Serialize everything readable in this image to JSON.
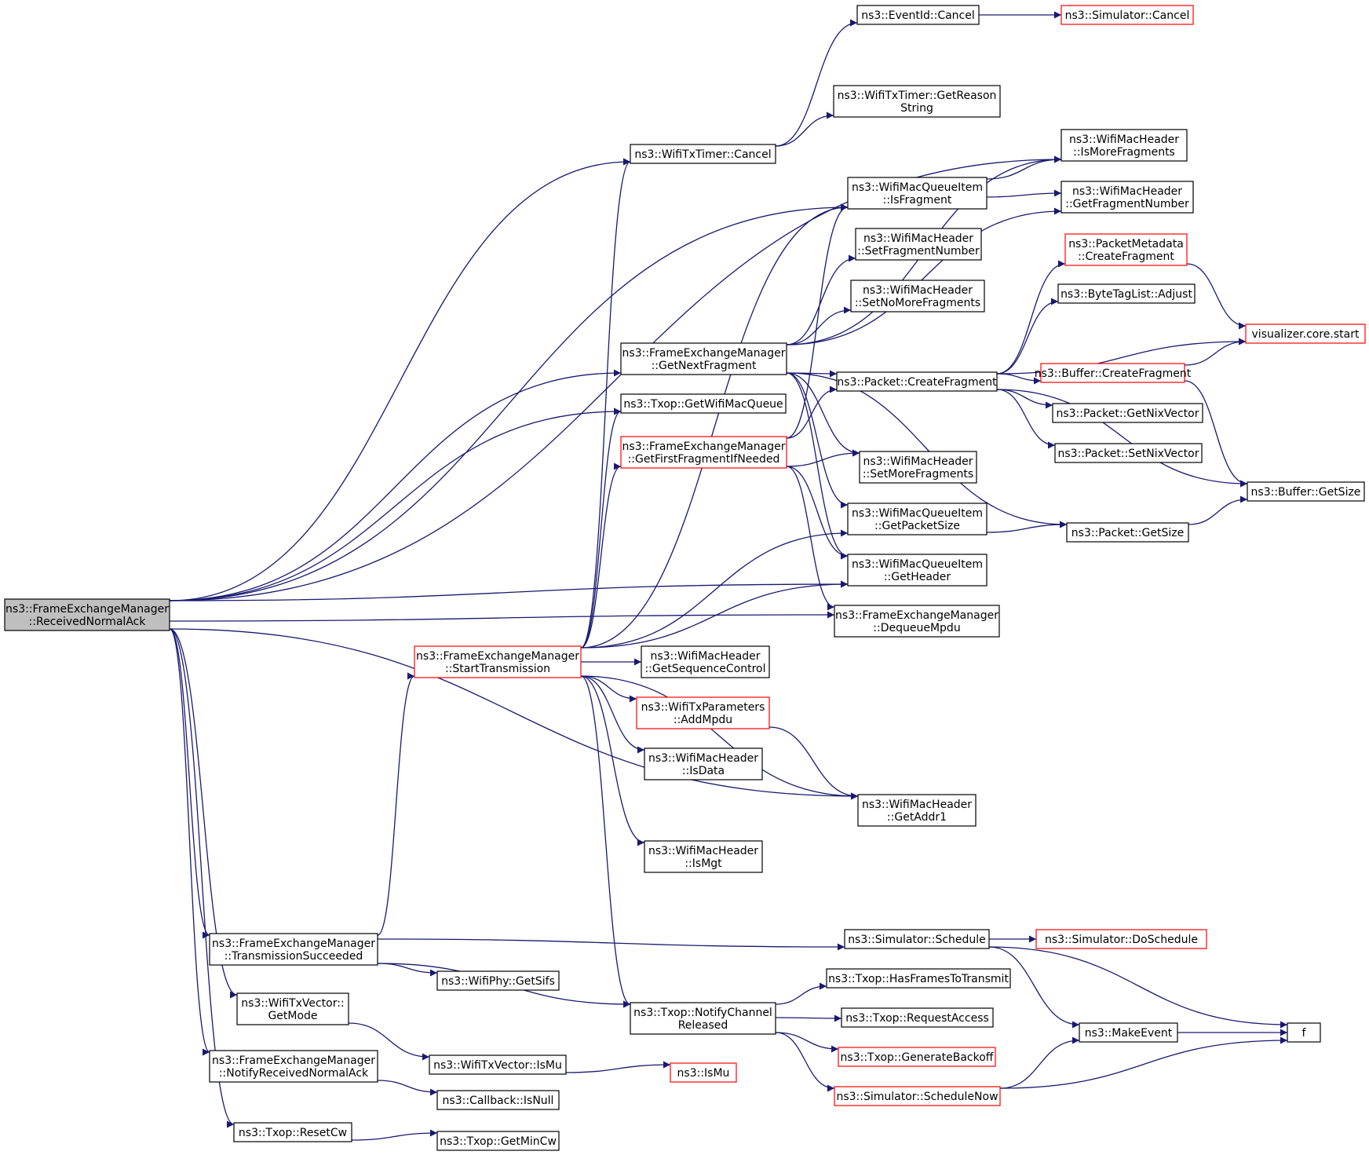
{
  "colors": {
    "edge": "#191970",
    "border": "#000000",
    "border_more": "#ff0000",
    "focus_fill": "#bfbfbf",
    "fill": "#ffffff"
  },
  "nodes": [
    {
      "id": "rna",
      "lines": [
        "ns3::FrameExchangeManager",
        "::ReceivedNormalAck"
      ],
      "style": "focus"
    },
    {
      "id": "eventid_cancel",
      "lines": [
        "ns3::EventId::Cancel"
      ],
      "style": "normal"
    },
    {
      "id": "sim_cancel",
      "lines": [
        "ns3::Simulator::Cancel"
      ],
      "style": "more"
    },
    {
      "id": "reason_string",
      "lines": [
        "ns3::WifiTxTimer::GetReason",
        "String"
      ],
      "style": "normal"
    },
    {
      "id": "txtimer_cancel",
      "lines": [
        "ns3::WifiTxTimer::Cancel"
      ],
      "style": "normal"
    },
    {
      "id": "is_more_frag",
      "lines": [
        "ns3::WifiMacHeader",
        "::IsMoreFragments"
      ],
      "style": "normal"
    },
    {
      "id": "mqi_is_frag",
      "lines": [
        "ns3::WifiMacQueueItem",
        "::IsFragment"
      ],
      "style": "normal"
    },
    {
      "id": "get_frag_num",
      "lines": [
        "ns3::WifiMacHeader",
        "::GetFragmentNumber"
      ],
      "style": "normal"
    },
    {
      "id": "set_frag_num",
      "lines": [
        "ns3::WifiMacHeader",
        "::SetFragmentNumber"
      ],
      "style": "normal"
    },
    {
      "id": "pm_create_frag",
      "lines": [
        "ns3::PacketMetadata",
        "::CreateFragment"
      ],
      "style": "more"
    },
    {
      "id": "set_no_more",
      "lines": [
        "ns3::WifiMacHeader",
        "::SetNoMoreFragments"
      ],
      "style": "normal"
    },
    {
      "id": "btl_adjust",
      "lines": [
        "ns3::ByteTagList::Adjust"
      ],
      "style": "normal"
    },
    {
      "id": "viz_start",
      "lines": [
        "visualizer.core.start"
      ],
      "style": "more"
    },
    {
      "id": "get_next_frag",
      "lines": [
        "ns3::FrameExchangeManager",
        "::GetNextFragment"
      ],
      "style": "normal"
    },
    {
      "id": "pkt_create_frag",
      "lines": [
        "ns3::Packet::CreateFragment"
      ],
      "style": "normal"
    },
    {
      "id": "buf_create_frag",
      "lines": [
        "ns3::Buffer::CreateFragment"
      ],
      "style": "more"
    },
    {
      "id": "get_wifi_mac_queue",
      "lines": [
        "ns3::Txop::GetWifiMacQueue"
      ],
      "style": "normal"
    },
    {
      "id": "get_nix",
      "lines": [
        "ns3::Packet::GetNixVector"
      ],
      "style": "normal"
    },
    {
      "id": "get_first_frag",
      "lines": [
        "ns3::FrameExchangeManager",
        "::GetFirstFragmentIfNeeded"
      ],
      "style": "more"
    },
    {
      "id": "set_more_frag",
      "lines": [
        "ns3::WifiMacHeader",
        "::SetMoreFragments"
      ],
      "style": "normal"
    },
    {
      "id": "set_nix",
      "lines": [
        "ns3::Packet::SetNixVector"
      ],
      "style": "normal"
    },
    {
      "id": "buf_get_size",
      "lines": [
        "ns3::Buffer::GetSize"
      ],
      "style": "normal"
    },
    {
      "id": "mqi_get_pkt_size",
      "lines": [
        "ns3::WifiMacQueueItem",
        "::GetPacketSize"
      ],
      "style": "normal"
    },
    {
      "id": "pkt_get_size",
      "lines": [
        "ns3::Packet::GetSize"
      ],
      "style": "normal"
    },
    {
      "id": "mqi_get_header",
      "lines": [
        "ns3::WifiMacQueueItem",
        "::GetHeader"
      ],
      "style": "normal"
    },
    {
      "id": "dequeue_mpdu",
      "lines": [
        "ns3::FrameExchangeManager",
        "::DequeueMpdu"
      ],
      "style": "normal"
    },
    {
      "id": "start_tx",
      "lines": [
        "ns3::FrameExchangeManager",
        "::StartTransmission"
      ],
      "style": "more"
    },
    {
      "id": "get_seq_ctrl",
      "lines": [
        "ns3::WifiMacHeader",
        "::GetSequenceControl"
      ],
      "style": "normal"
    },
    {
      "id": "add_mpdu",
      "lines": [
        "ns3::WifiTxParameters",
        "::AddMpdu"
      ],
      "style": "more"
    },
    {
      "id": "is_data",
      "lines": [
        "ns3::WifiMacHeader",
        "::IsData"
      ],
      "style": "normal"
    },
    {
      "id": "get_addr1",
      "lines": [
        "ns3::WifiMacHeader",
        "::GetAddr1"
      ],
      "style": "normal"
    },
    {
      "id": "is_mgt",
      "lines": [
        "ns3::WifiMacHeader",
        "::IsMgt"
      ],
      "style": "normal"
    },
    {
      "id": "tx_succeeded",
      "lines": [
        "ns3::FrameExchangeManager",
        "::TransmissionSucceeded"
      ],
      "style": "normal"
    },
    {
      "id": "sim_schedule",
      "lines": [
        "ns3::Simulator::Schedule"
      ],
      "style": "normal"
    },
    {
      "id": "sim_do_schedule",
      "lines": [
        "ns3::Simulator::DoSchedule"
      ],
      "style": "more"
    },
    {
      "id": "get_sifs",
      "lines": [
        "ns3::WifiPhy::GetSifs"
      ],
      "style": "normal"
    },
    {
      "id": "has_frames",
      "lines": [
        "ns3::Txop::HasFramesToTransmit"
      ],
      "style": "normal"
    },
    {
      "id": "get_mode",
      "lines": [
        "ns3::WifiTxVector::",
        "GetMode"
      ],
      "style": "normal"
    },
    {
      "id": "notify_ch_rel",
      "lines": [
        "ns3::Txop::NotifyChannel",
        "Released"
      ],
      "style": "normal"
    },
    {
      "id": "request_access",
      "lines": [
        "ns3::Txop::RequestAccess"
      ],
      "style": "normal"
    },
    {
      "id": "make_event",
      "lines": [
        "ns3::MakeEvent"
      ],
      "style": "normal"
    },
    {
      "id": "f",
      "lines": [
        "f"
      ],
      "style": "normal"
    },
    {
      "id": "gen_backoff",
      "lines": [
        "ns3::Txop::GenerateBackoff"
      ],
      "style": "more"
    },
    {
      "id": "notify_rna",
      "lines": [
        "ns3::FrameExchangeManager",
        "::NotifyReceivedNormalAck"
      ],
      "style": "normal"
    },
    {
      "id": "txv_is_mu",
      "lines": [
        "ns3::WifiTxVector::IsMu"
      ],
      "style": "normal"
    },
    {
      "id": "is_mu",
      "lines": [
        "ns3::IsMu"
      ],
      "style": "more"
    },
    {
      "id": "sched_now",
      "lines": [
        "ns3::Simulator::ScheduleNow"
      ],
      "style": "more"
    },
    {
      "id": "cb_is_null",
      "lines": [
        "ns3::Callback::IsNull"
      ],
      "style": "normal"
    },
    {
      "id": "reset_cw",
      "lines": [
        "ns3::Txop::ResetCw"
      ],
      "style": "normal"
    },
    {
      "id": "get_min_cw",
      "lines": [
        "ns3::Txop::GetMinCw"
      ],
      "style": "normal"
    }
  ],
  "edges": [
    [
      "rna",
      "txtimer_cancel"
    ],
    [
      "rna",
      "is_more_frag"
    ],
    [
      "rna",
      "mqi_is_frag"
    ],
    [
      "rna",
      "get_next_frag"
    ],
    [
      "rna",
      "get_wifi_mac_queue"
    ],
    [
      "rna",
      "mqi_get_header"
    ],
    [
      "rna",
      "dequeue_mpdu"
    ],
    [
      "rna",
      "get_addr1"
    ],
    [
      "rna",
      "tx_succeeded"
    ],
    [
      "rna",
      "get_mode"
    ],
    [
      "rna",
      "notify_rna"
    ],
    [
      "rna",
      "reset_cw"
    ],
    [
      "txtimer_cancel",
      "eventid_cancel"
    ],
    [
      "txtimer_cancel",
      "reason_string"
    ],
    [
      "eventid_cancel",
      "sim_cancel"
    ],
    [
      "mqi_is_frag",
      "is_more_frag"
    ],
    [
      "mqi_is_frag",
      "get_frag_num"
    ],
    [
      "get_next_frag",
      "is_more_frag"
    ],
    [
      "get_next_frag",
      "set_frag_num"
    ],
    [
      "get_next_frag",
      "set_no_more"
    ],
    [
      "get_next_frag",
      "get_frag_num"
    ],
    [
      "get_next_frag",
      "pkt_create_frag"
    ],
    [
      "get_next_frag",
      "set_more_frag"
    ],
    [
      "get_next_frag",
      "mqi_get_pkt_size"
    ],
    [
      "get_next_frag",
      "mqi_get_header"
    ],
    [
      "get_next_frag",
      "pkt_get_size"
    ],
    [
      "pkt_create_frag",
      "pm_create_frag"
    ],
    [
      "pkt_create_frag",
      "btl_adjust"
    ],
    [
      "pkt_create_frag",
      "viz_start"
    ],
    [
      "pkt_create_frag",
      "buf_create_frag"
    ],
    [
      "pkt_create_frag",
      "get_nix"
    ],
    [
      "pkt_create_frag",
      "set_nix"
    ],
    [
      "pkt_create_frag",
      "buf_get_size"
    ],
    [
      "pm_create_frag",
      "viz_start"
    ],
    [
      "buf_create_frag",
      "viz_start"
    ],
    [
      "buf_create_frag",
      "buf_get_size"
    ],
    [
      "get_first_frag",
      "pkt_create_frag"
    ],
    [
      "get_first_frag",
      "mqi_is_frag"
    ],
    [
      "get_first_frag",
      "set_more_frag"
    ],
    [
      "get_first_frag",
      "mqi_get_header"
    ],
    [
      "get_first_frag",
      "dequeue_mpdu"
    ],
    [
      "mqi_get_pkt_size",
      "pkt_get_size"
    ],
    [
      "pkt_get_size",
      "buf_get_size"
    ],
    [
      "start_tx",
      "txtimer_cancel"
    ],
    [
      "start_tx",
      "mqi_is_frag"
    ],
    [
      "start_tx",
      "get_wifi_mac_queue"
    ],
    [
      "start_tx",
      "get_first_frag"
    ],
    [
      "start_tx",
      "mqi_get_pkt_size"
    ],
    [
      "start_tx",
      "mqi_get_header"
    ],
    [
      "start_tx",
      "get_seq_ctrl"
    ],
    [
      "start_tx",
      "add_mpdu"
    ],
    [
      "start_tx",
      "is_data"
    ],
    [
      "start_tx",
      "get_addr1"
    ],
    [
      "start_tx",
      "is_mgt"
    ],
    [
      "start_tx",
      "notify_ch_rel"
    ],
    [
      "add_mpdu",
      "get_addr1"
    ],
    [
      "tx_succeeded",
      "start_tx"
    ],
    [
      "tx_succeeded",
      "sim_schedule"
    ],
    [
      "tx_succeeded",
      "get_sifs"
    ],
    [
      "tx_succeeded",
      "notify_ch_rel"
    ],
    [
      "sim_schedule",
      "sim_do_schedule"
    ],
    [
      "sim_schedule",
      "make_event"
    ],
    [
      "sim_schedule",
      "f"
    ],
    [
      "notify_ch_rel",
      "has_frames"
    ],
    [
      "notify_ch_rel",
      "request_access"
    ],
    [
      "notify_ch_rel",
      "gen_backoff"
    ],
    [
      "notify_ch_rel",
      "sched_now"
    ],
    [
      "sched_now",
      "make_event"
    ],
    [
      "sched_now",
      "f"
    ],
    [
      "make_event",
      "f"
    ],
    [
      "get_mode",
      "txv_is_mu"
    ],
    [
      "txv_is_mu",
      "is_mu"
    ],
    [
      "notify_rna",
      "cb_is_null"
    ],
    [
      "reset_cw",
      "get_min_cw"
    ]
  ]
}
